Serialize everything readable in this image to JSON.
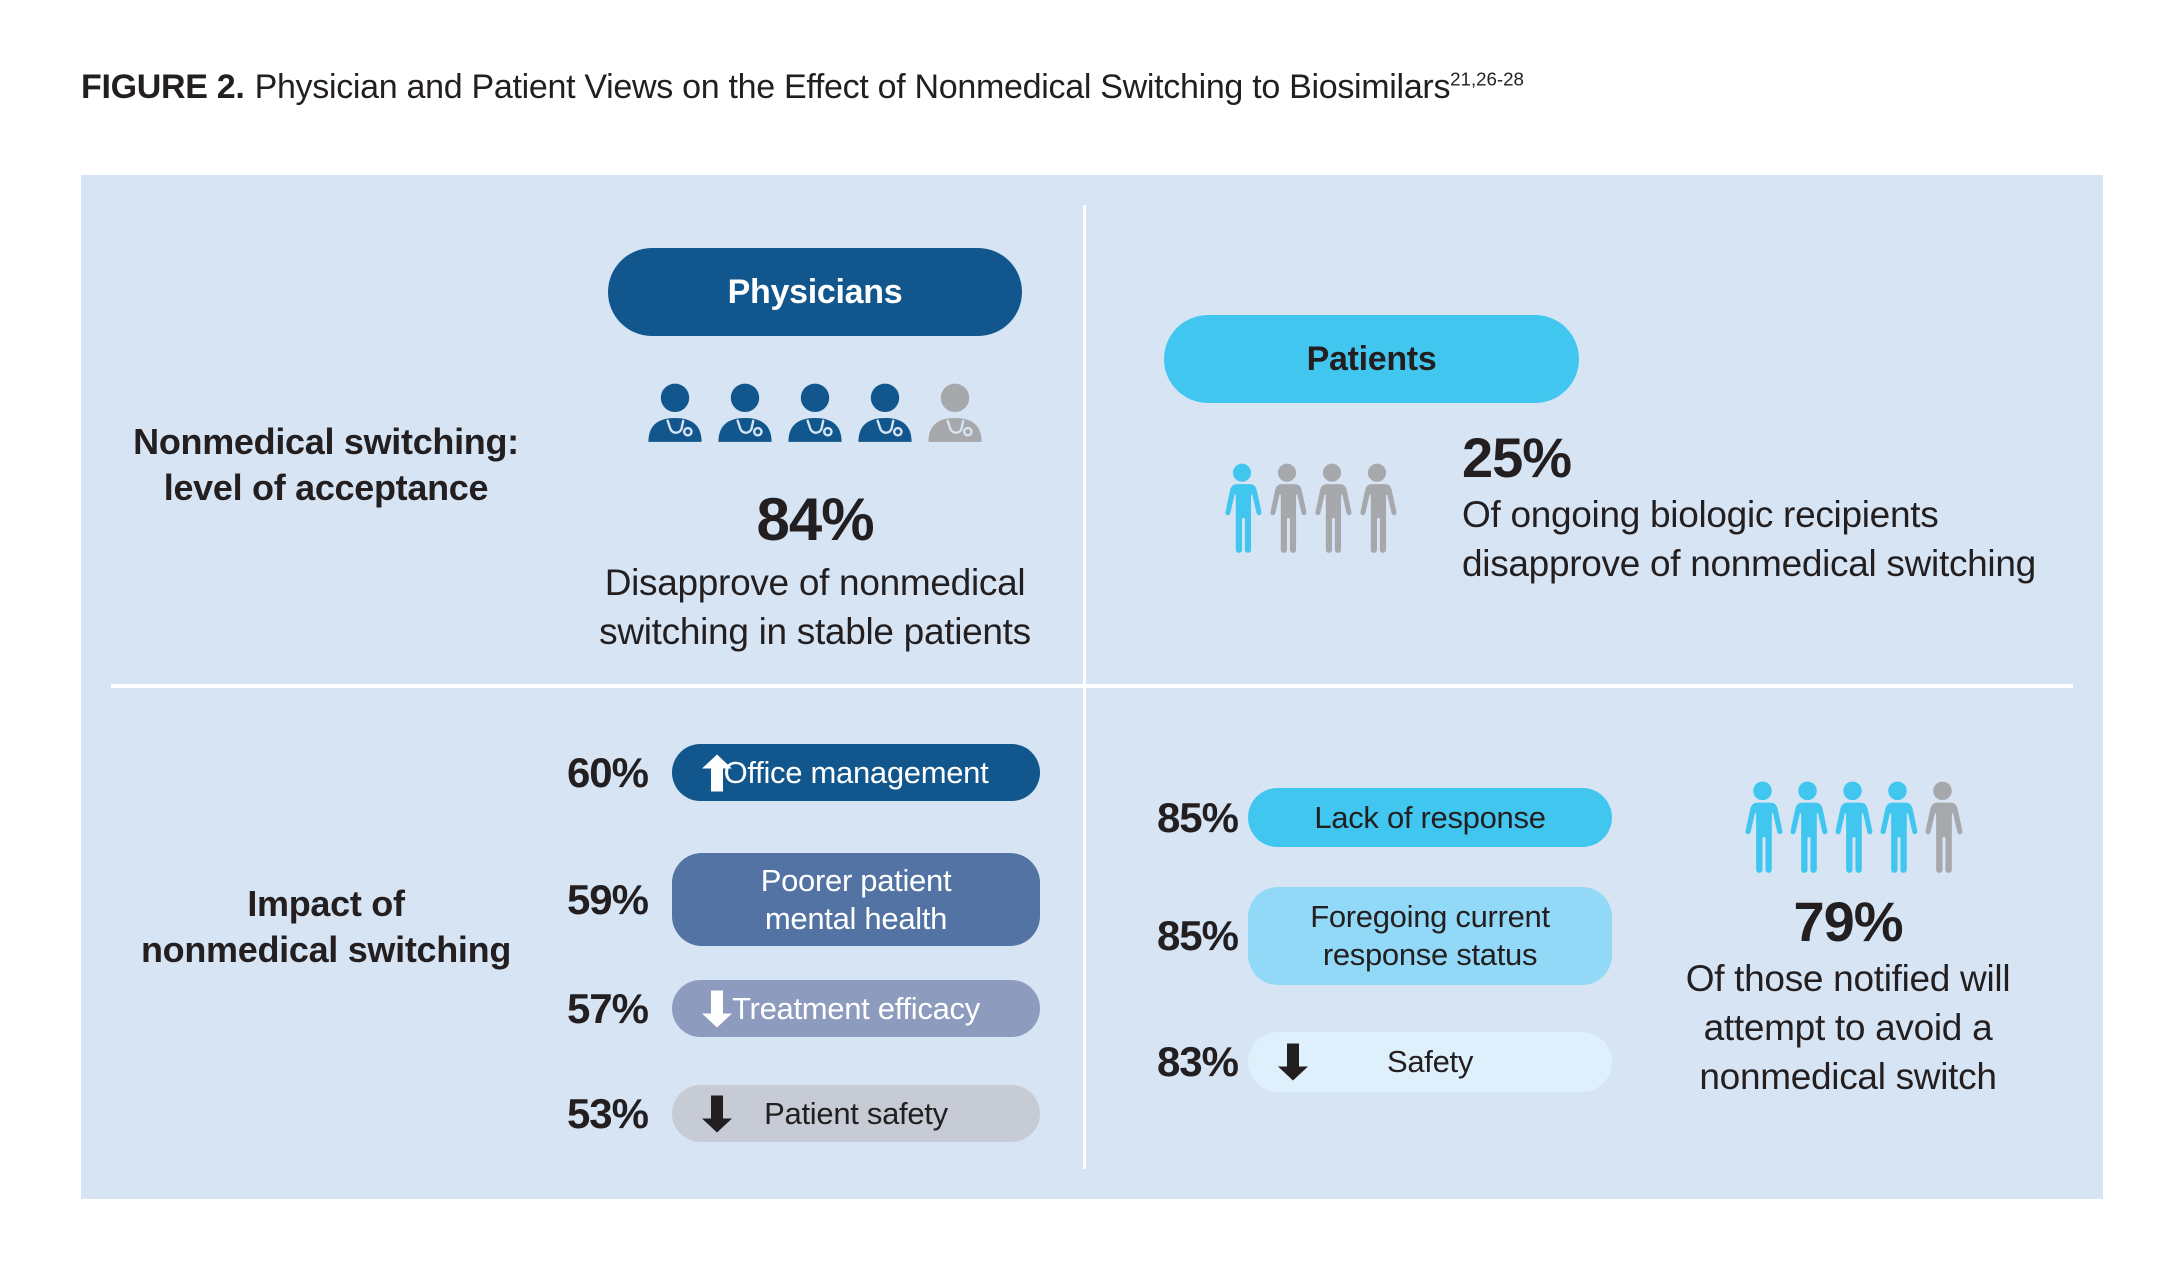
{
  "header": {
    "label": "FIGURE 2.",
    "title": "Physician and Patient Views on the Effect of Nonmedical Switching to Biosimilars",
    "citation": "21,26-28"
  },
  "acceptance_label": {
    "line1": "Nonmedical switching:",
    "line2": "level of acceptance"
  },
  "impact_label": {
    "line1": "Impact of",
    "line2": "nonmedical switching"
  },
  "physicians": {
    "group_label": "Physicians",
    "icons_total": 5,
    "icons_highlighted": 4,
    "stat": "84%",
    "desc_line1": "Disapprove of nonmedical",
    "desc_line2": "switching in stable patients"
  },
  "patients_acceptance": {
    "group_label": "Patients",
    "icons_total": 4,
    "icons_highlighted": 1,
    "stat": "25%",
    "desc_line1": "Of ongoing biologic recipients",
    "desc_line2": "disapprove of nonmedical switching"
  },
  "physician_impact_bars": [
    {
      "value": "60%",
      "arrow": "up",
      "label": "Office management"
    },
    {
      "value": "59%",
      "arrow": "none",
      "label_line1": "Poorer patient",
      "label_line2": "mental health"
    },
    {
      "value": "57%",
      "arrow": "down",
      "label": "Treatment efficacy"
    },
    {
      "value": "53%",
      "arrow": "down",
      "label": "Patient safety"
    }
  ],
  "patient_impact": {
    "bars": [
      {
        "value": "85%",
        "arrow": "none",
        "label": "Lack of response"
      },
      {
        "value": "85%",
        "arrow": "none",
        "label_line1": "Foregoing current",
        "label_line2": "response status"
      },
      {
        "value": "83%",
        "arrow": "down",
        "label": "Safety"
      }
    ],
    "icons_total": 5,
    "icons_highlighted": 4,
    "stat": "79%",
    "desc_line1": "Of those notified will",
    "desc_line2": "attempt to avoid a",
    "desc_line3": "nonmedical switch"
  },
  "colors": {
    "panel_bg": "#d7e4f4",
    "dark_blue": "#11568c",
    "cyan": "#41c6f0",
    "light_cyan": "#92d9f8",
    "pale_blue": "#def0fb",
    "slate_blue": "#5273a3",
    "gray_blue": "#8d9cbe",
    "light_gray": "#c6cbd6",
    "icon_gray": "#a6a8ab",
    "text_dark": "#231f20",
    "divider_white": "#ffffff"
  },
  "chart_data": [
    {
      "type": "bar",
      "title": "Nonmedical switching: level of acceptance",
      "categories": [
        "Physicians: disapprove of nonmedical switching in stable patients",
        "Patients: ongoing biologic recipients who disapprove of nonmedical switching"
      ],
      "values": [
        84,
        25
      ],
      "xlabel": "",
      "ylabel": "Percent",
      "ylim": [
        0,
        100
      ]
    },
    {
      "type": "bar",
      "title": "Impact of nonmedical switching — Physicians",
      "categories": [
        "Office management (increase)",
        "Poorer patient mental health",
        "Treatment efficacy (decrease)",
        "Patient safety (decrease)"
      ],
      "values": [
        60,
        59,
        57,
        53
      ],
      "xlabel": "",
      "ylabel": "Percent",
      "ylim": [
        0,
        100
      ]
    },
    {
      "type": "bar",
      "title": "Impact of nonmedical switching — Patients",
      "categories": [
        "Lack of response",
        "Foregoing current response status",
        "Safety (decrease)",
        "Of those notified, will attempt to avoid a nonmedical switch"
      ],
      "values": [
        85,
        85,
        83,
        79
      ],
      "xlabel": "",
      "ylabel": "Percent",
      "ylim": [
        0,
        100
      ]
    }
  ]
}
